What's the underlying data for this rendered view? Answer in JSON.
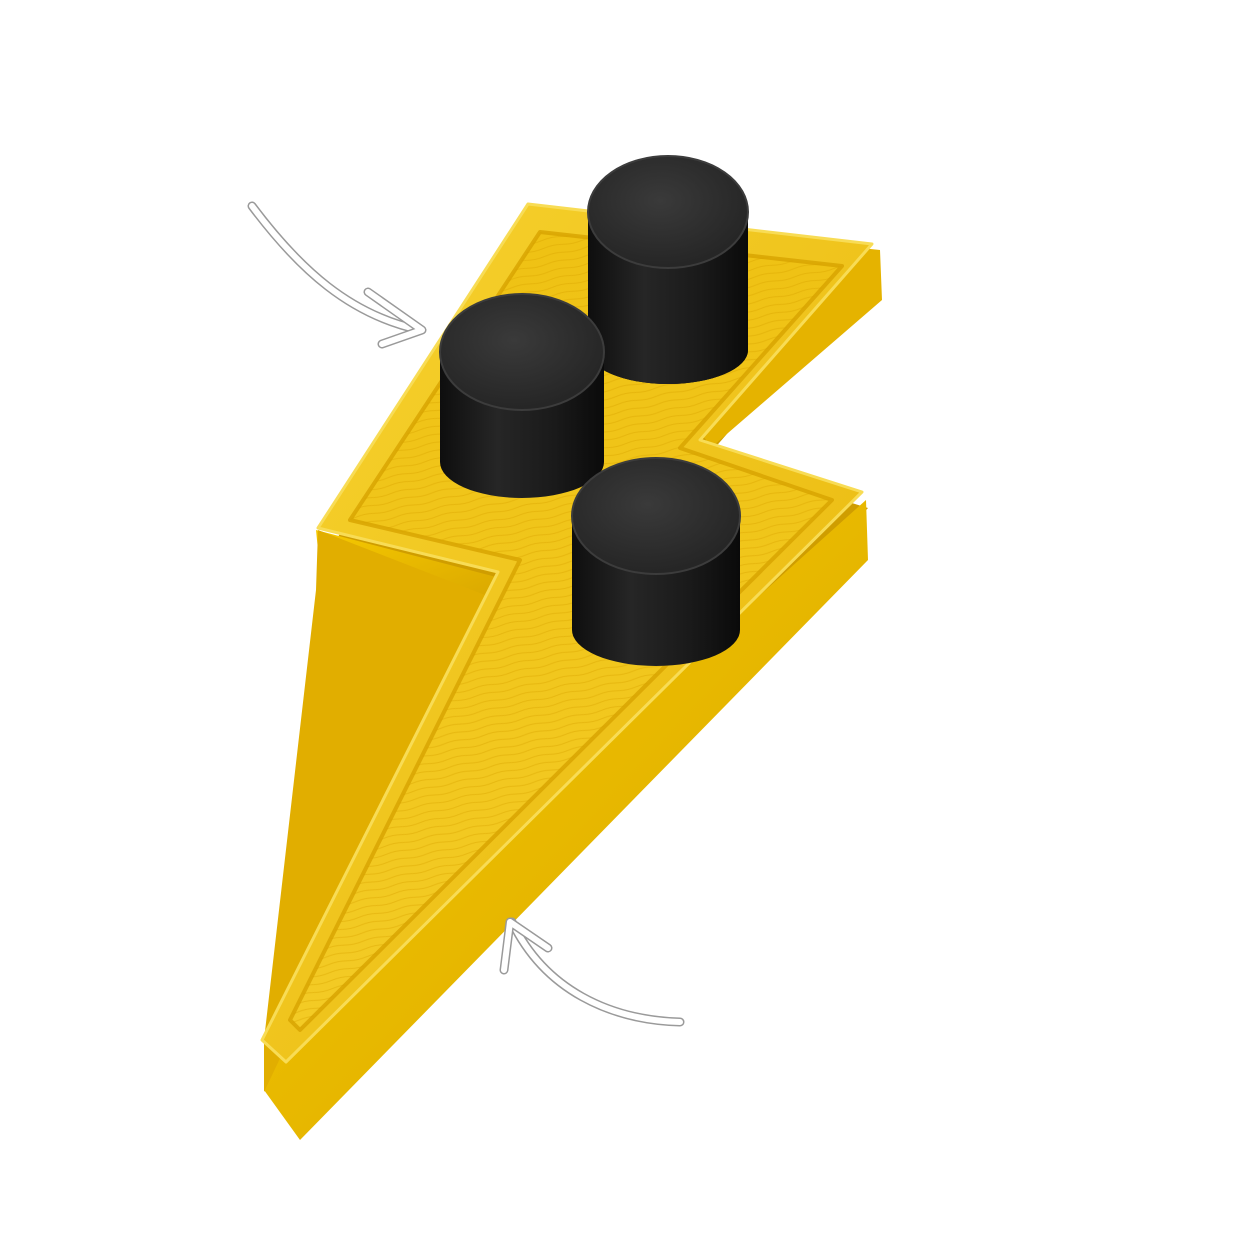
{
  "scene": {
    "background_color": "#ffffff",
    "object": "lightning-bolt-tray",
    "tray": {
      "shape": "lightning-bolt",
      "color_top": "#f2c40b",
      "color_side": "#e3b000",
      "color_inner": "#f4cc1e",
      "color_rim_highlight": "#fde36a",
      "texture": "wood-grain"
    },
    "pegs": {
      "count": 3,
      "shape": "cylinder",
      "color_top": "#2a2a2a",
      "color_side": "#161616",
      "items": [
        {
          "name": "peg-top"
        },
        {
          "name": "peg-left"
        },
        {
          "name": "peg-bottom"
        }
      ]
    },
    "annotations": {
      "arrows": [
        {
          "name": "arrow-upper-left",
          "points_to": "peg-left",
          "color": "#ffffff"
        },
        {
          "name": "arrow-lower-right",
          "points_to": "tray-rim",
          "color": "#ffffff"
        }
      ]
    }
  }
}
